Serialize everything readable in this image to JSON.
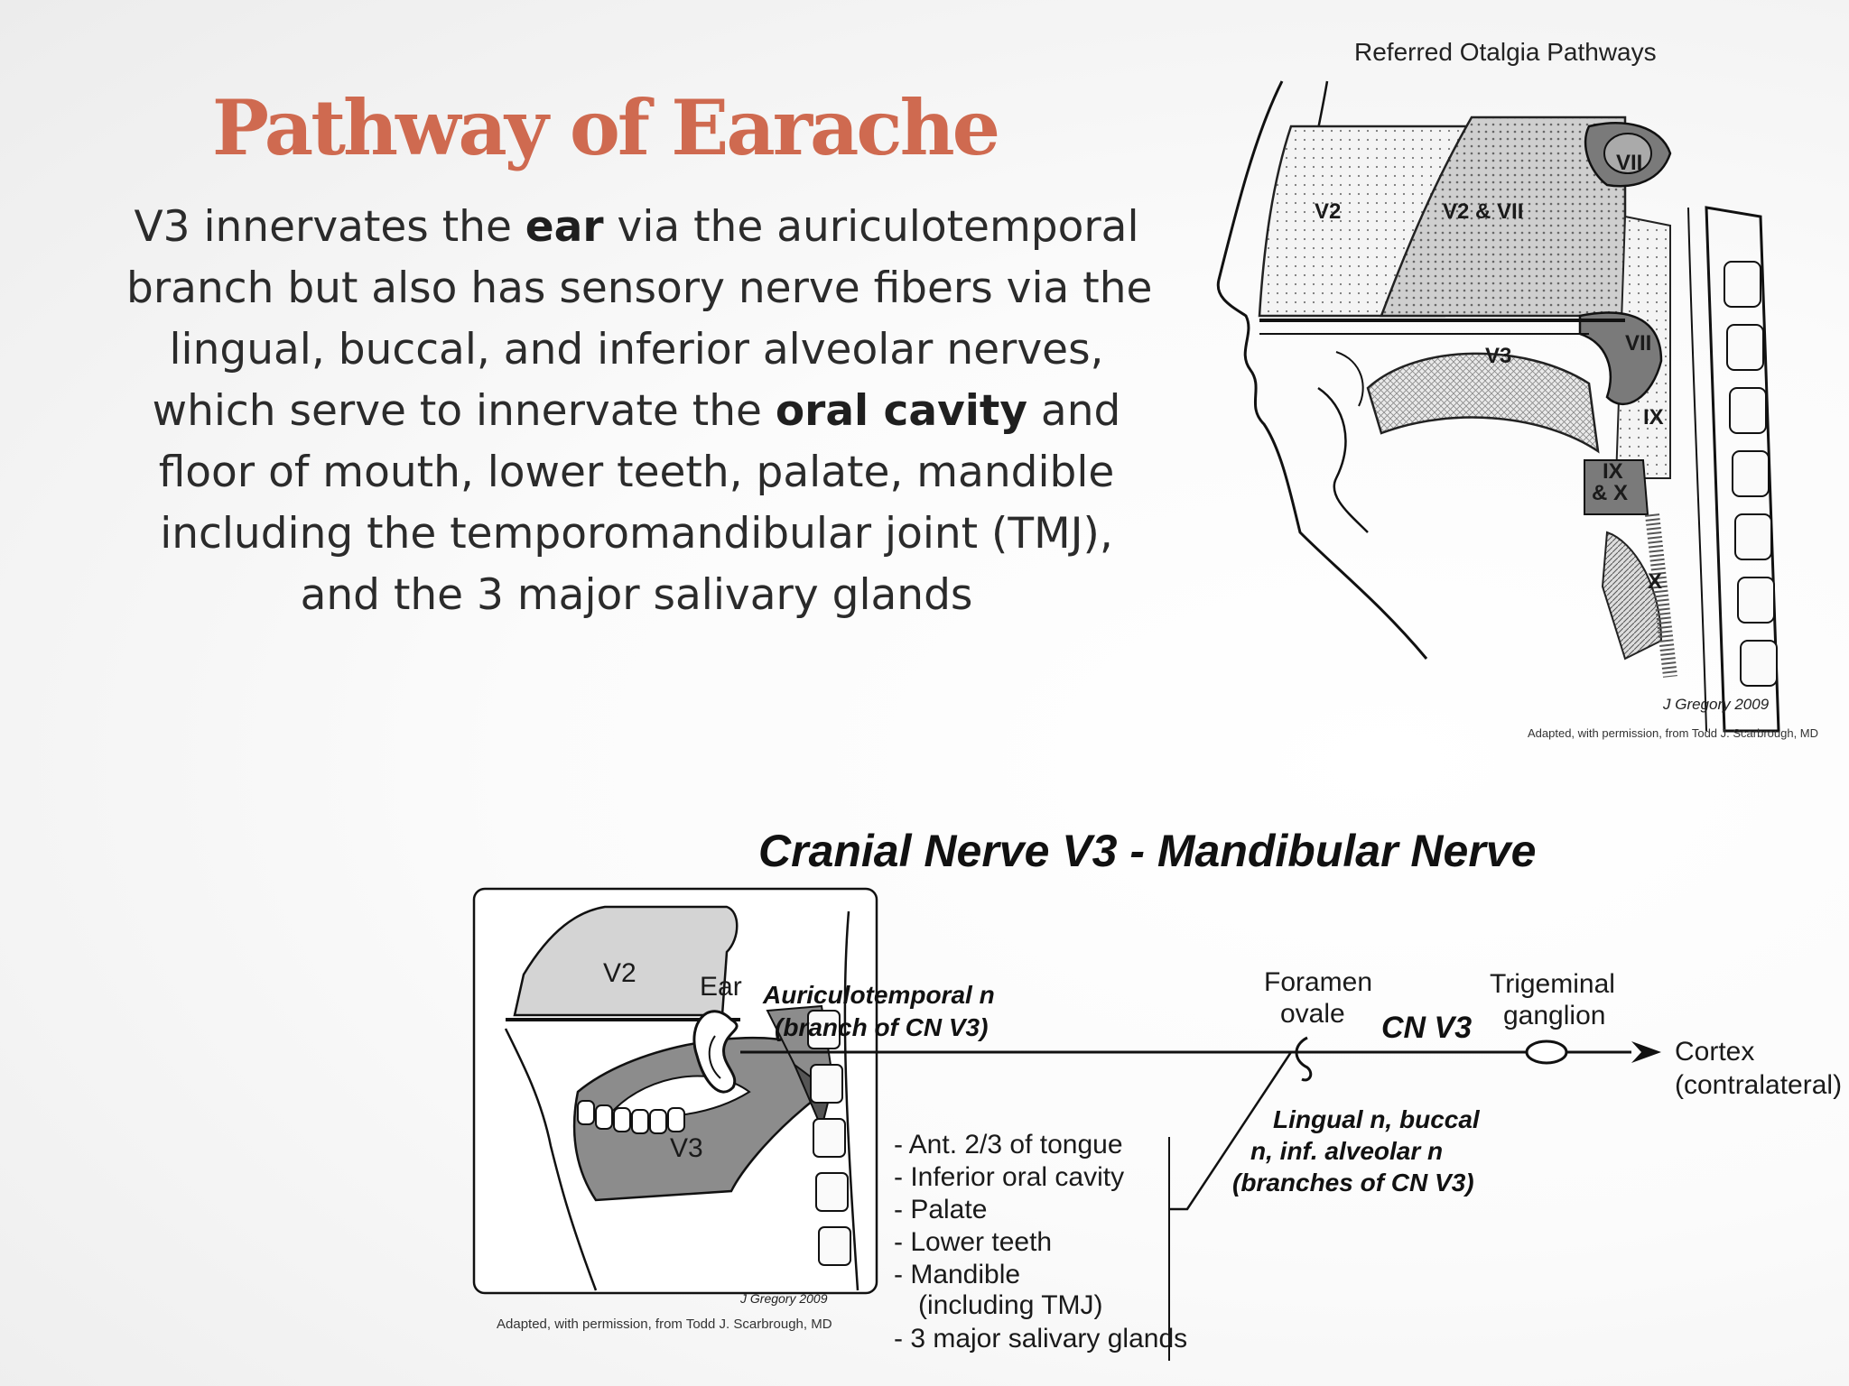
{
  "slide": {
    "title": "Pathway of Earache",
    "body_lines": [
      [
        {
          "t": "V3 innervates the "
        },
        {
          "t": "ear",
          "b": true
        },
        {
          "t": " via the auriculotemporal"
        }
      ],
      [
        {
          "t": "branch but also has sensory nerve fibers via the"
        }
      ],
      [
        {
          "t": "lingual, buccal, and inferior alveolar nerves,"
        }
      ],
      [
        {
          "t": "which serve to innervate the "
        },
        {
          "t": "oral cavity",
          "b": true
        },
        {
          "t": " and"
        }
      ],
      [
        {
          "t": "floor of mouth, lower teeth, palate, mandible"
        }
      ],
      [
        {
          "t": "including the temporomandibular joint (TMJ),"
        }
      ],
      [
        {
          "t": "and the 3 major salivary glands"
        }
      ]
    ]
  },
  "otalgia_figure": {
    "title": "Referred Otalgia Pathways",
    "labels": {
      "v2": "V2",
      "v2_vii": "V2 & VII",
      "vii_top": "VII",
      "vii_mid": "VII",
      "v3": "V3",
      "ix": "IX",
      "ix_x_line1": "IX",
      "ix_x_line2": "& X",
      "x": "X"
    },
    "signature": "J Gregory 2009",
    "credit": "Adapted, with permission, from Todd J. Scarbrough, MD"
  },
  "v3_figure": {
    "title": "Cranial Nerve V3 - Mandibular Nerve",
    "v2_label": "V2",
    "v3_label": "V3",
    "signature": "J Gregory 2009",
    "credit": "Adapted, with permission, from Todd J. Scarbrough, MD",
    "ear": "Ear",
    "auriculotemporal_1": "Auriculotemporal n",
    "auriculotemporal_2": "(branch of CN V3)",
    "foramen_1": "Foramen",
    "foramen_2": "ovale",
    "cn_v3": "CN V3",
    "trigeminal_1": "Trigeminal",
    "trigeminal_2": "ganglion",
    "cortex_1": "Cortex",
    "cortex_2": "(contralateral)",
    "lingual_1": "Lingual n, buccal",
    "lingual_2": "n, inf. alveolar n",
    "lingual_3": "(branches of CN V3)",
    "list": [
      "- Ant. 2/3 of tongue",
      "- Inferior oral cavity",
      "- Palate",
      "- Lower teeth",
      "- Mandible",
      "(including TMJ)",
      "- 3 major salivary glands"
    ]
  }
}
